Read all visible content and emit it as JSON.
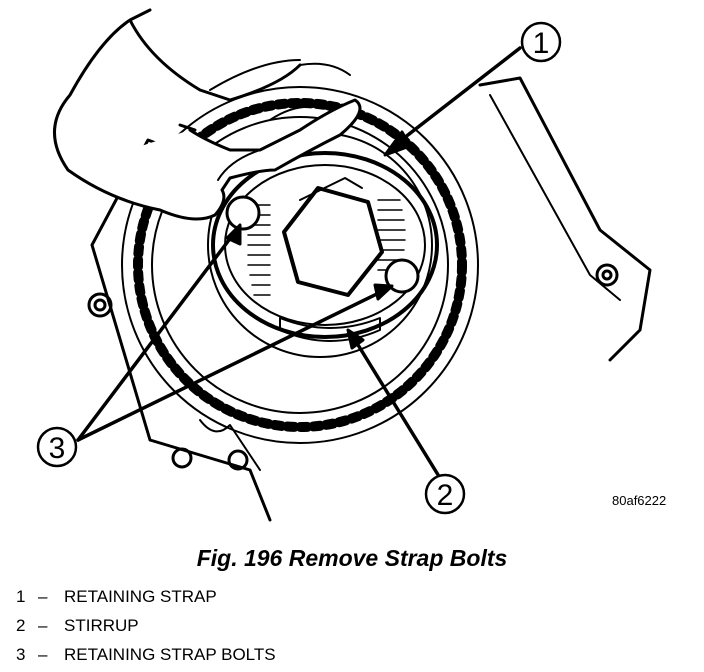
{
  "figure": {
    "code": "80af6222",
    "caption": "Fig. 196 Remove Strap Bolts"
  },
  "callouts": [
    {
      "number": "1"
    },
    {
      "number": "2"
    },
    {
      "number": "3"
    }
  ],
  "legend": [
    {
      "number": "1",
      "separator": "–",
      "label": "RETAINING STRAP"
    },
    {
      "number": "2",
      "separator": "–",
      "label": "STIRRUP"
    },
    {
      "number": "3",
      "separator": "–",
      "label": "RETAINING STRAP BOLTS"
    }
  ]
}
